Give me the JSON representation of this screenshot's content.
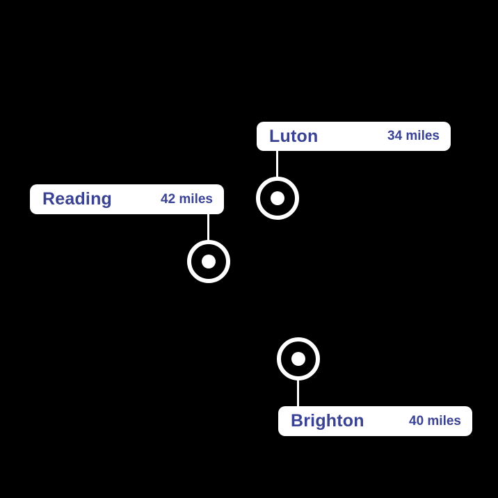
{
  "canvas": {
    "background_color": "#000000"
  },
  "theme": {
    "accent_text_color": "#3a4294",
    "label_background_color": "#ffffff",
    "marker_color": "#ffffff"
  },
  "markers": [
    {
      "name": "Luton",
      "distance": "34 miles"
    },
    {
      "name": "Reading",
      "distance": "42 miles"
    },
    {
      "name": "Brighton",
      "distance": "40 miles"
    }
  ]
}
